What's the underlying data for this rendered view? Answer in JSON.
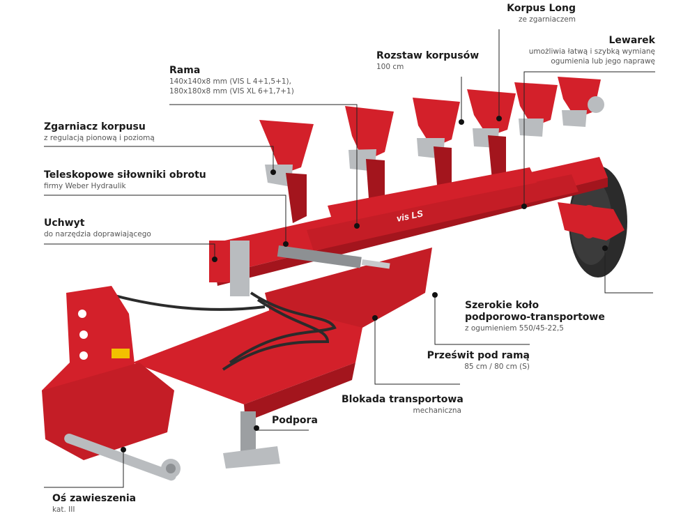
{
  "callouts": {
    "korpus_long": {
      "title": "Korpus Long",
      "sub": "ze zgarniaczem"
    },
    "lewarek": {
      "title": "Lewarek",
      "sub1": "umożliwia łatwą i szybką wymianę",
      "sub2": "ogumienia lub jego naprawę"
    },
    "rozstaw": {
      "title": "Rozstaw korpusów",
      "sub": "100 cm"
    },
    "rama": {
      "title": "Rama",
      "sub1": "140x140x8 mm (VIS L 4+1,5+1),",
      "sub2": "180x180x8 mm (VIS XL 6+1,7+1)"
    },
    "zgarniacz": {
      "title": "Zgarniacz korpusu",
      "sub": "z regulacją pionową i poziomą"
    },
    "silowniki": {
      "title": "Teleskopowe siłowniki obrotu",
      "sub": "firmy Weber Hydraulik"
    },
    "uchwyt": {
      "title": "Uchwyt",
      "sub": "do narzędzia doprawiającego"
    },
    "kolo": {
      "title1": "Szerokie koło",
      "title2": "podporowo-transportowe",
      "sub": "z ogumieniem 550/45-22,5"
    },
    "przeswit": {
      "title": "Prześwit pod ramą",
      "sub": "85 cm / 80 cm (S)"
    },
    "blokada": {
      "title": "Blokada transportowa",
      "sub": "mechaniczna"
    },
    "podpora": {
      "title": "Podpora"
    },
    "os": {
      "title": "Oś zawieszenia",
      "sub": "kat. III"
    }
  },
  "frame_logo": "vis LS",
  "colors": {
    "machine_red": "#d3202a",
    "machine_dark_red": "#a3151d",
    "metal": "#b9bcbf",
    "tyre": "#2b2b2b",
    "line": "#222222"
  }
}
